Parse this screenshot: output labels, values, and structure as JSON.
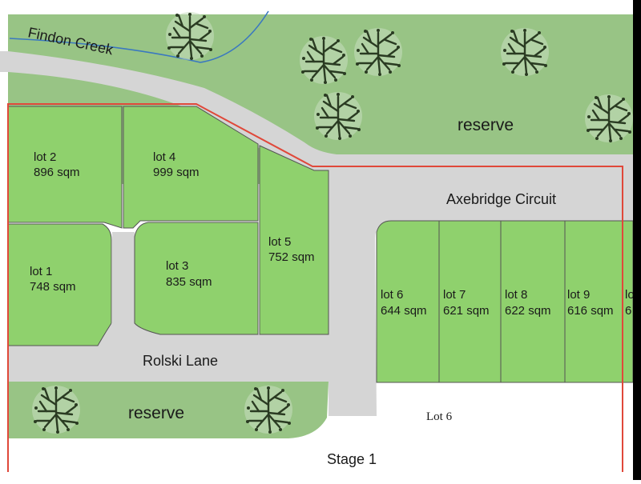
{
  "colors": {
    "reserve": "#98c485",
    "lot": "#8fd16d",
    "lot_border": "#545454",
    "road": "#d5d5d5",
    "creek": "#3a78c0",
    "boundary": "#e0483a",
    "tree": "#2a3b22"
  },
  "creek": {
    "label": "Findon Creek"
  },
  "reserves": [
    {
      "id": "north",
      "label": "reserve"
    },
    {
      "id": "south",
      "label": "reserve"
    }
  ],
  "roads": [
    {
      "id": "axebridge",
      "label": "Axebridge Circuit"
    },
    {
      "id": "rolski",
      "label": "Rolski Lane"
    }
  ],
  "lots": [
    {
      "id": "lot-1",
      "name": "lot 1",
      "area": "748 sqm"
    },
    {
      "id": "lot-2",
      "name": "lot 2",
      "area": "896 sqm"
    },
    {
      "id": "lot-3",
      "name": "lot 3",
      "area": "835 sqm"
    },
    {
      "id": "lot-4",
      "name": "lot 4",
      "area": "999 sqm"
    },
    {
      "id": "lot-5",
      "name": "lot 5",
      "area": "752 sqm"
    },
    {
      "id": "lot-6",
      "name": "lot 6",
      "area": "644 sqm"
    },
    {
      "id": "lot-7",
      "name": "lot 7",
      "area": "621 sqm"
    },
    {
      "id": "lot-8",
      "name": "lot 8",
      "area": "622 sqm"
    },
    {
      "id": "lot-9",
      "name": "lot 9",
      "area": "616 sqm"
    },
    {
      "id": "lot-10",
      "name": "lo",
      "area": "6"
    }
  ],
  "annotations": {
    "overlay_label": "Lot 6",
    "stage_label": "Stage 1"
  },
  "trees": [
    "tree-icon",
    "tree-icon",
    "tree-icon",
    "tree-icon",
    "tree-icon",
    "tree-icon",
    "tree-icon",
    "tree-icon"
  ]
}
